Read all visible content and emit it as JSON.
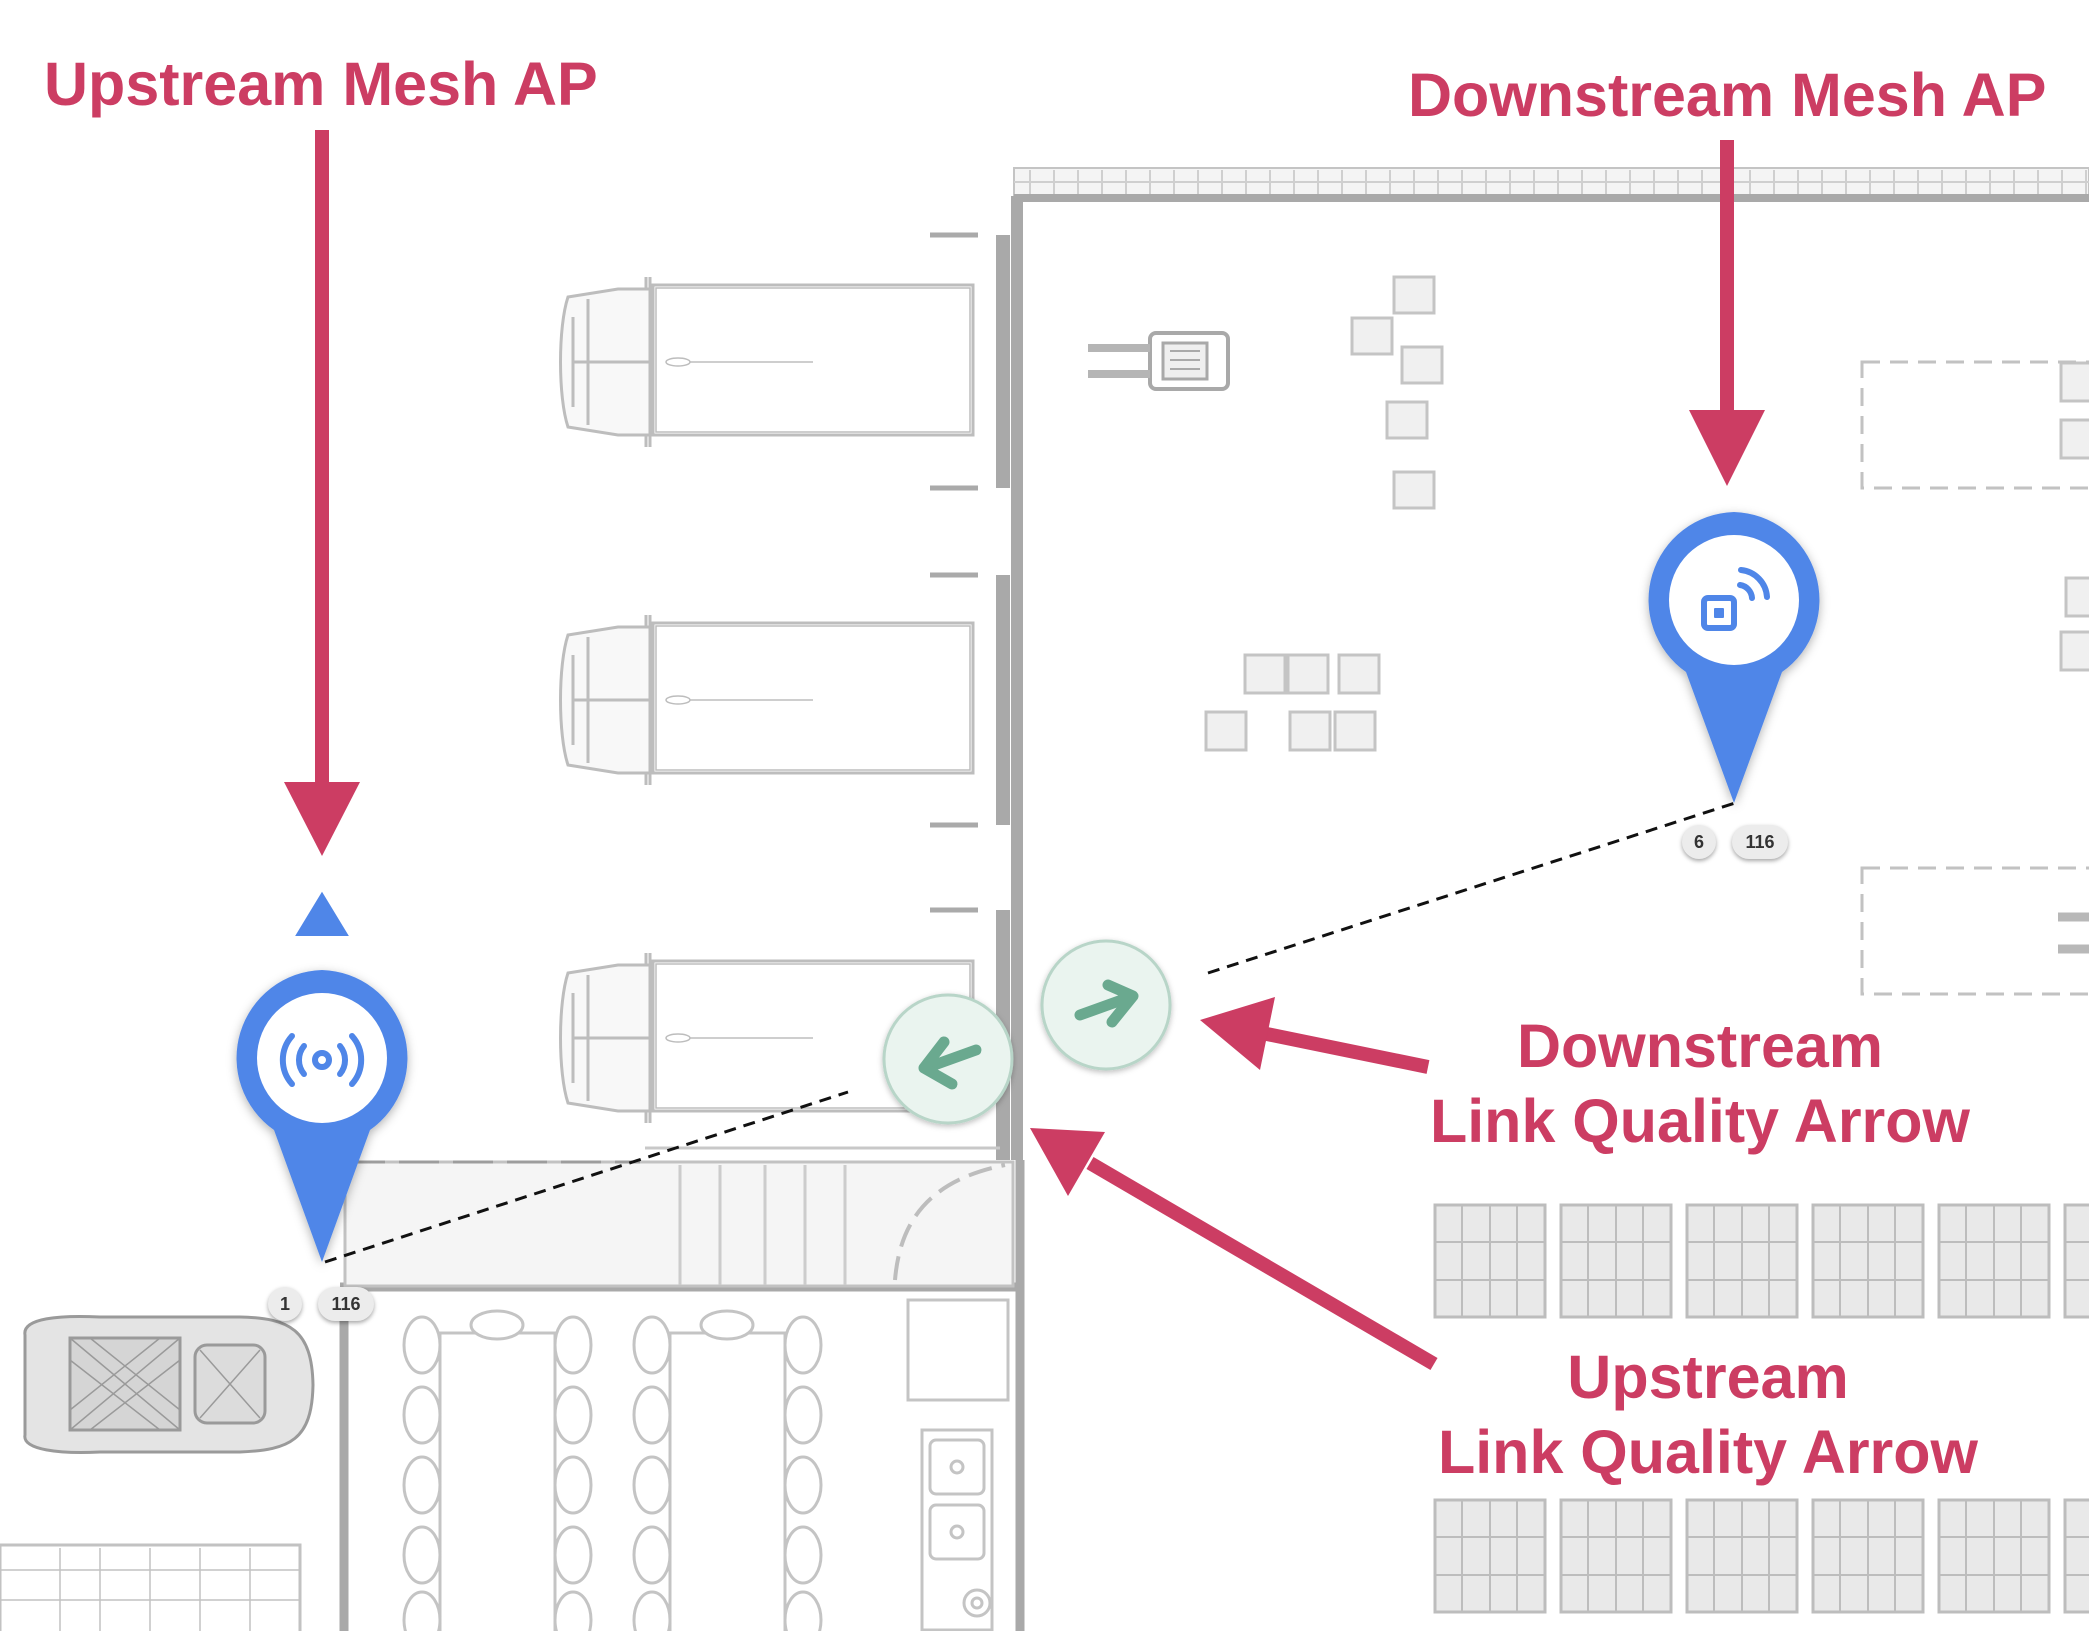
{
  "annotations": {
    "upstream_ap_label": "Upstream Mesh AP",
    "downstream_ap_label": "Downstream Mesh AP",
    "downstream_arrow_label_line1": "Downstream",
    "downstream_arrow_label_line2": "Link Quality Arrow",
    "upstream_arrow_label_line1": "Upstream",
    "upstream_arrow_label_line2": "Link Quality Arrow"
  },
  "upstream_ap": {
    "icon": "broadcast-icon",
    "badges": [
      "1",
      "116"
    ]
  },
  "downstream_ap": {
    "icon": "mesh-ap-icon",
    "badges": [
      "6",
      "116"
    ]
  },
  "link_arrows": {
    "upstream_direction": "left",
    "downstream_direction": "right"
  },
  "colors": {
    "annotation": "#cc3d63",
    "ap_pin": "#4f86e8",
    "link_arrow_fill": "#eaf4ef",
    "link_arrow_stroke": "#6aa98f",
    "floorplan_line": "#bdbdbd",
    "wall": "#a9a9a9"
  }
}
